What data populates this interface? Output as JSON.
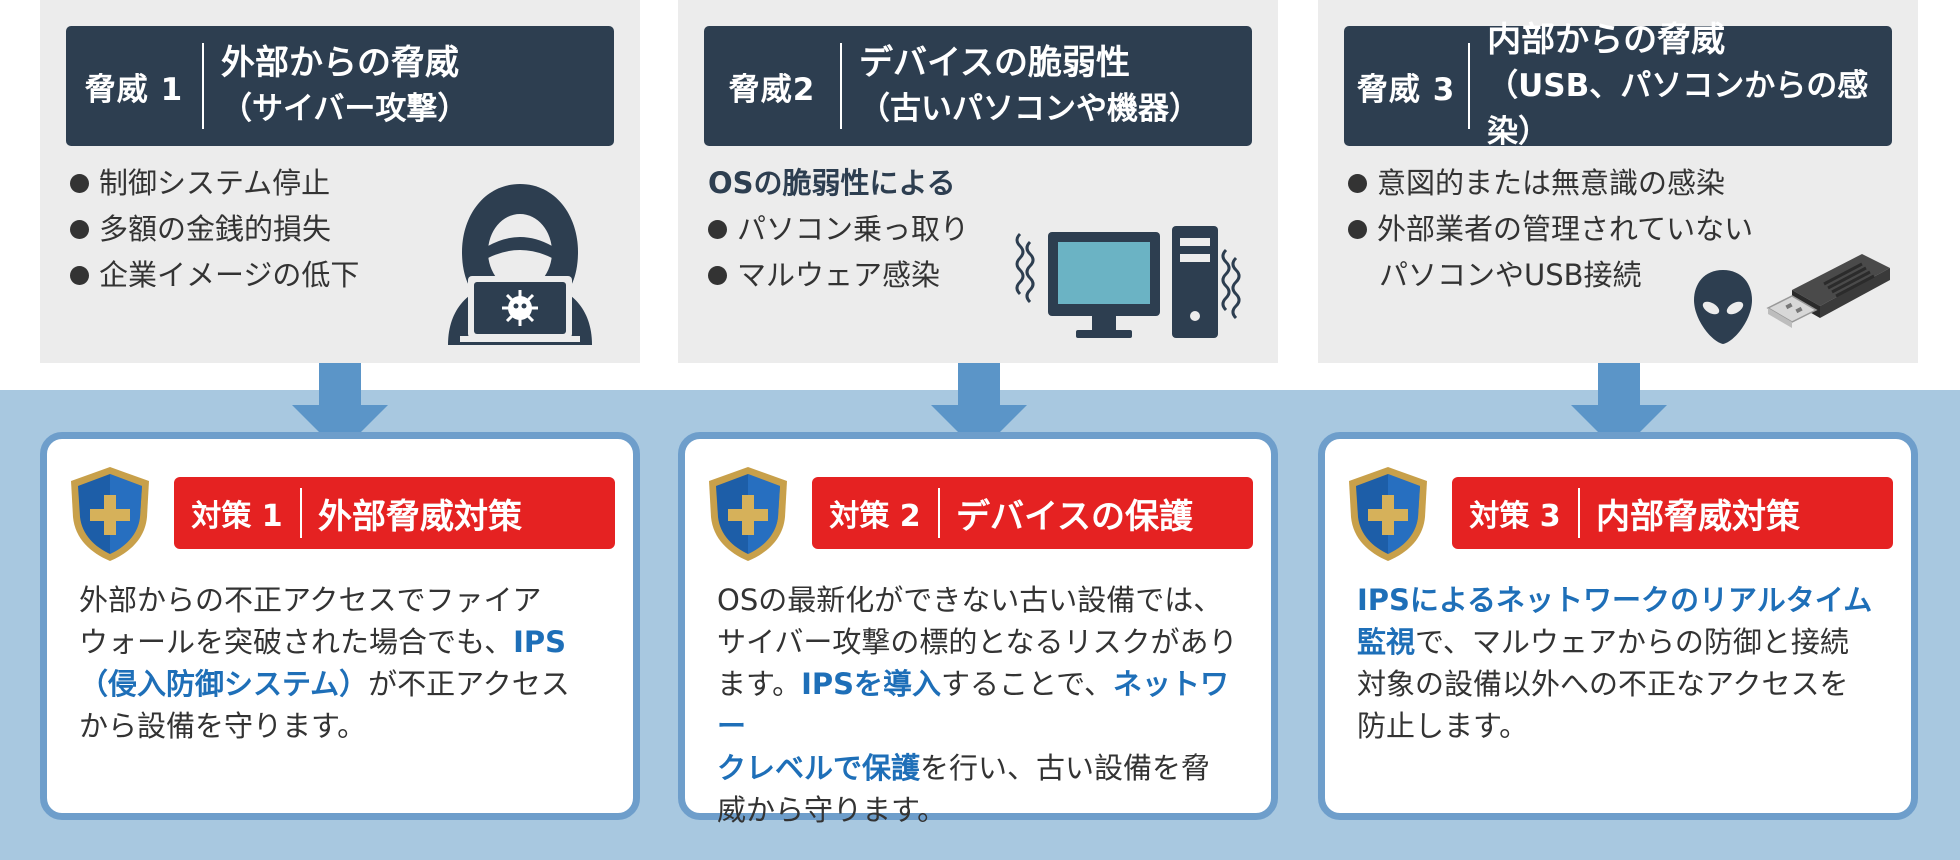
{
  "colors": {
    "navy": "#2d3e50",
    "red": "#e52222",
    "blue_text": "#1e6fb8",
    "band": "#a8c8e0",
    "card_border": "#6e9ecb",
    "arrow": "#5b95c8"
  },
  "threats": [
    {
      "number": "脅威 1",
      "title": "外部からの脅威",
      "subtitle": "（サイバー攻撃）",
      "bullets": [
        "制御システム停止",
        "多額の金銭的損失",
        "企業イメージの低下"
      ],
      "icon": "hacker-icon"
    },
    {
      "number": "脅威2",
      "title": "デバイスの脆弱性",
      "subtitle": "（古いパソコンや機器）",
      "lead": "OSの脆弱性による",
      "bullets": [
        "パソコン乗っ取り",
        "マルウェア感染"
      ],
      "icon": "computer-icon"
    },
    {
      "number": "脅威 3",
      "title": "内部からの脅威",
      "subtitle": "（USB、パソコンからの感染）",
      "bullets": [
        "意図的または無意識の感染",
        "外部業者の管理されていない"
      ],
      "bullet_continuation": "パソコンやUSB接続",
      "icons": [
        "alien-icon",
        "usb-icon"
      ]
    }
  ],
  "measures": [
    {
      "number": "対策 1",
      "title": "外部脅威対策",
      "body": [
        {
          "t": "外部からの不正アクセスでファイア",
          "hl": false
        },
        {
          "t": "ウォールを突破された場合でも、",
          "hl": false
        },
        {
          "t": "IPS",
          "hl": true
        },
        {
          "t": "（侵入防御システム）",
          "hl": true
        },
        {
          "t": "が不正アクセス",
          "hl": false
        },
        {
          "t": "から設備を守ります。",
          "hl": false
        }
      ]
    },
    {
      "number": "対策 2",
      "title": "デバイスの保護",
      "body": [
        {
          "t": "OSの最新化ができない古い設備では、",
          "hl": false
        },
        {
          "t": "サイバー攻撃の標的となるリスクがあり",
          "hl": false
        },
        {
          "t": "ます。",
          "hl": false
        },
        {
          "t": "IPSを導入",
          "hl": true
        },
        {
          "t": "することで、",
          "hl": false
        },
        {
          "t": "ネットワー",
          "hl": true
        },
        {
          "t": "クレベルで保護",
          "hl": true
        },
        {
          "t": "を行い、古い設備を脅",
          "hl": false
        },
        {
          "t": "威から守ります。",
          "hl": false
        }
      ]
    },
    {
      "number": "対策 3",
      "title": "内部脅威対策",
      "body": [
        {
          "t": "IPSによるネットワークのリアルタイム",
          "hl": true
        },
        {
          "t": "監視",
          "hl": true
        },
        {
          "t": "で、マルウェアからの防御と接続",
          "hl": false
        },
        {
          "t": "対象の設備以外への不正なアクセスを",
          "hl": false
        },
        {
          "t": "防止します。",
          "hl": false
        }
      ]
    }
  ]
}
